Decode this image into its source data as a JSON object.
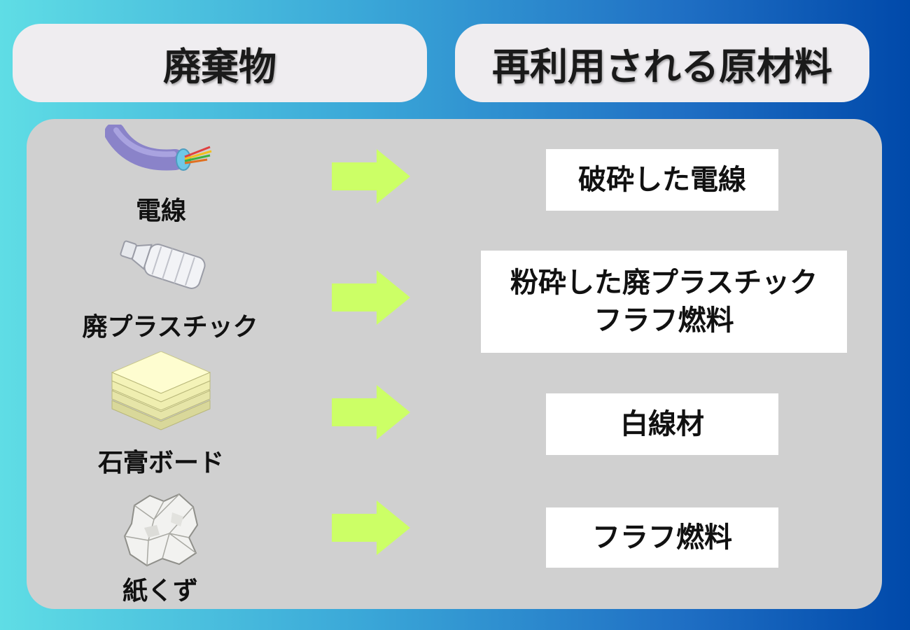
{
  "headers": {
    "waste": "廃棄物",
    "recycled": "再利用される原材料"
  },
  "rows": [
    {
      "waste_label": "電線",
      "waste_icon": "cable-icon",
      "output_lines": [
        "破砕した電線"
      ]
    },
    {
      "waste_label": "廃プラスチック",
      "waste_icon": "plastic-bottle-icon",
      "output_lines": [
        "粉砕した廃プラスチック",
        "フラフ燃料"
      ]
    },
    {
      "waste_label": "石膏ボード",
      "waste_icon": "gypsum-board-icon",
      "output_lines": [
        "白線材"
      ]
    },
    {
      "waste_label": "紙くず",
      "waste_icon": "crumpled-paper-icon",
      "output_lines": [
        "フラフ燃料"
      ]
    }
  ],
  "colors": {
    "gradient_start": "#5fdde5",
    "gradient_end": "#0049aa",
    "panel": "#d0d0d0",
    "arrow": "#ccff66",
    "box": "#ffffff"
  }
}
